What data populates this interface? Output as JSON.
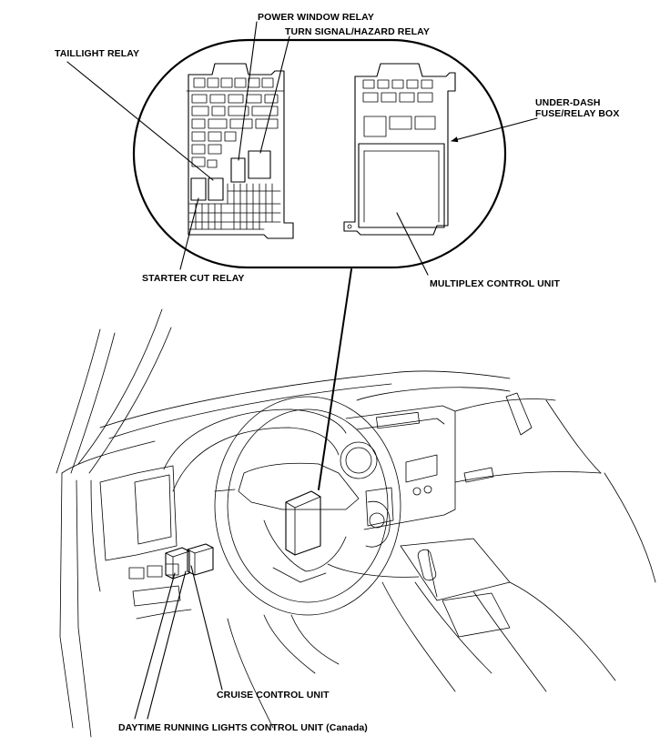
{
  "labels": {
    "power_window_relay": "POWER WINDOW RELAY",
    "turn_signal_hazard_relay": "TURN SIGNAL/HAZARD RELAY",
    "taillight_relay": "TAILLIGHT RELAY",
    "under_dash_line1": "UNDER-DASH",
    "under_dash_line2": "FUSE/RELAY BOX",
    "starter_cut_relay": "STARTER CUT RELAY",
    "multiplex_control_unit": "MULTIPLEX CONTROL UNIT",
    "cruise_control_unit": "CRUISE CONTROL UNIT",
    "daytime_running_lights": "DAYTIME RUNNING LIGHTS CONTROL UNIT (Canada)"
  }
}
